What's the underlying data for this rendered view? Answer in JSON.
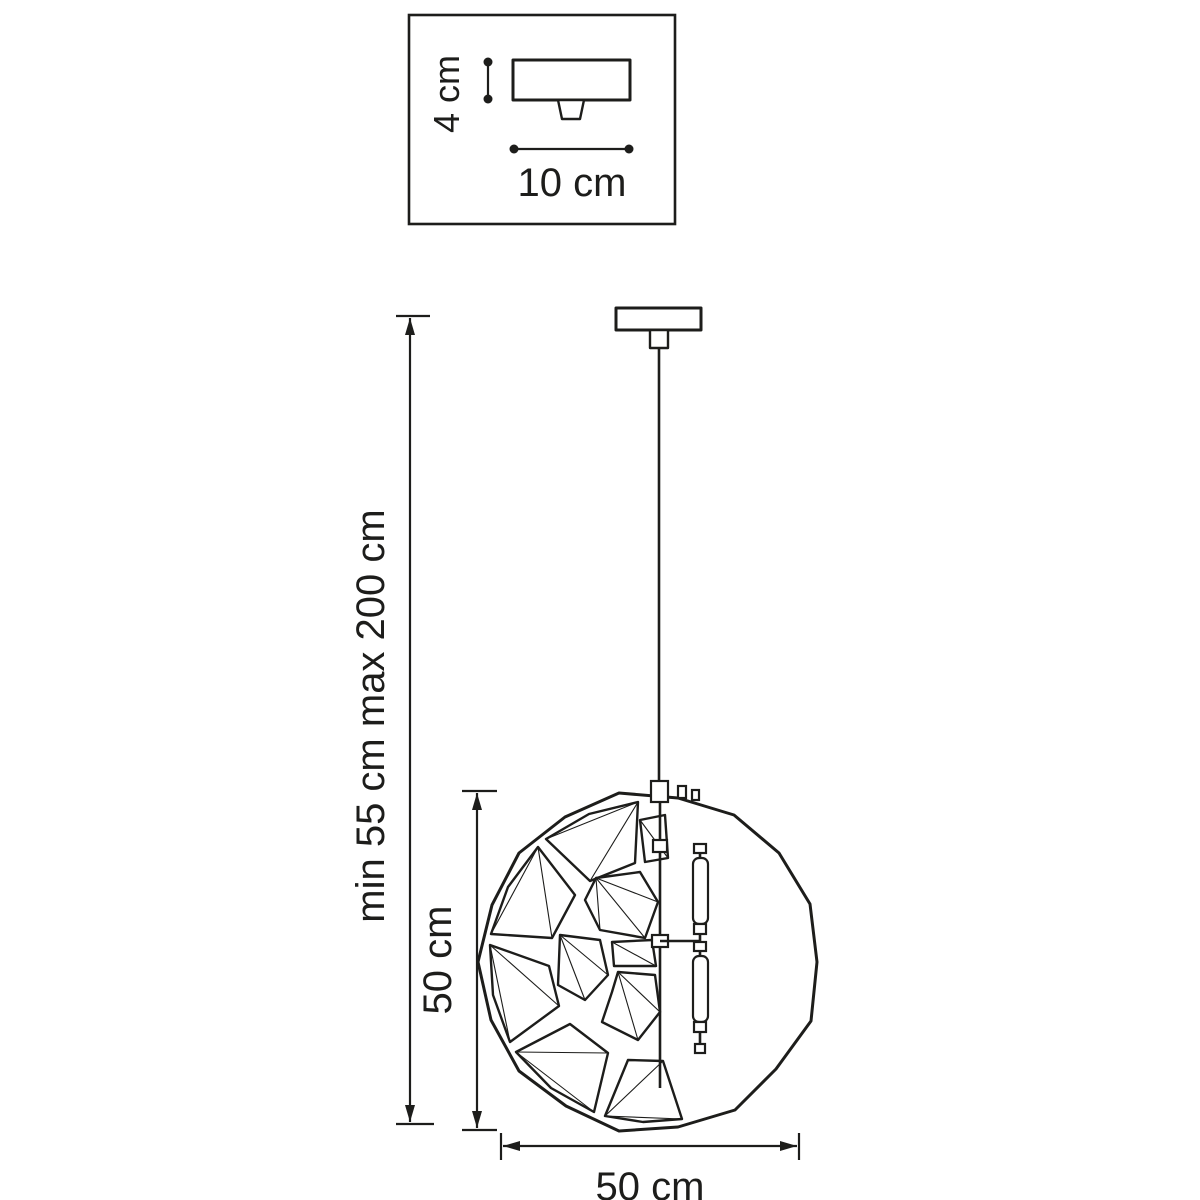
{
  "detail_inset": {
    "height_label": "4 cm",
    "width_label": "10 cm"
  },
  "dimensions": {
    "overall_height_label": "min 55 cm max 200 cm",
    "shade_height_label": "50 cm",
    "shade_width_label": "50 cm"
  },
  "colors": {
    "line": "#1d1d1b",
    "background": "#ffffff"
  }
}
